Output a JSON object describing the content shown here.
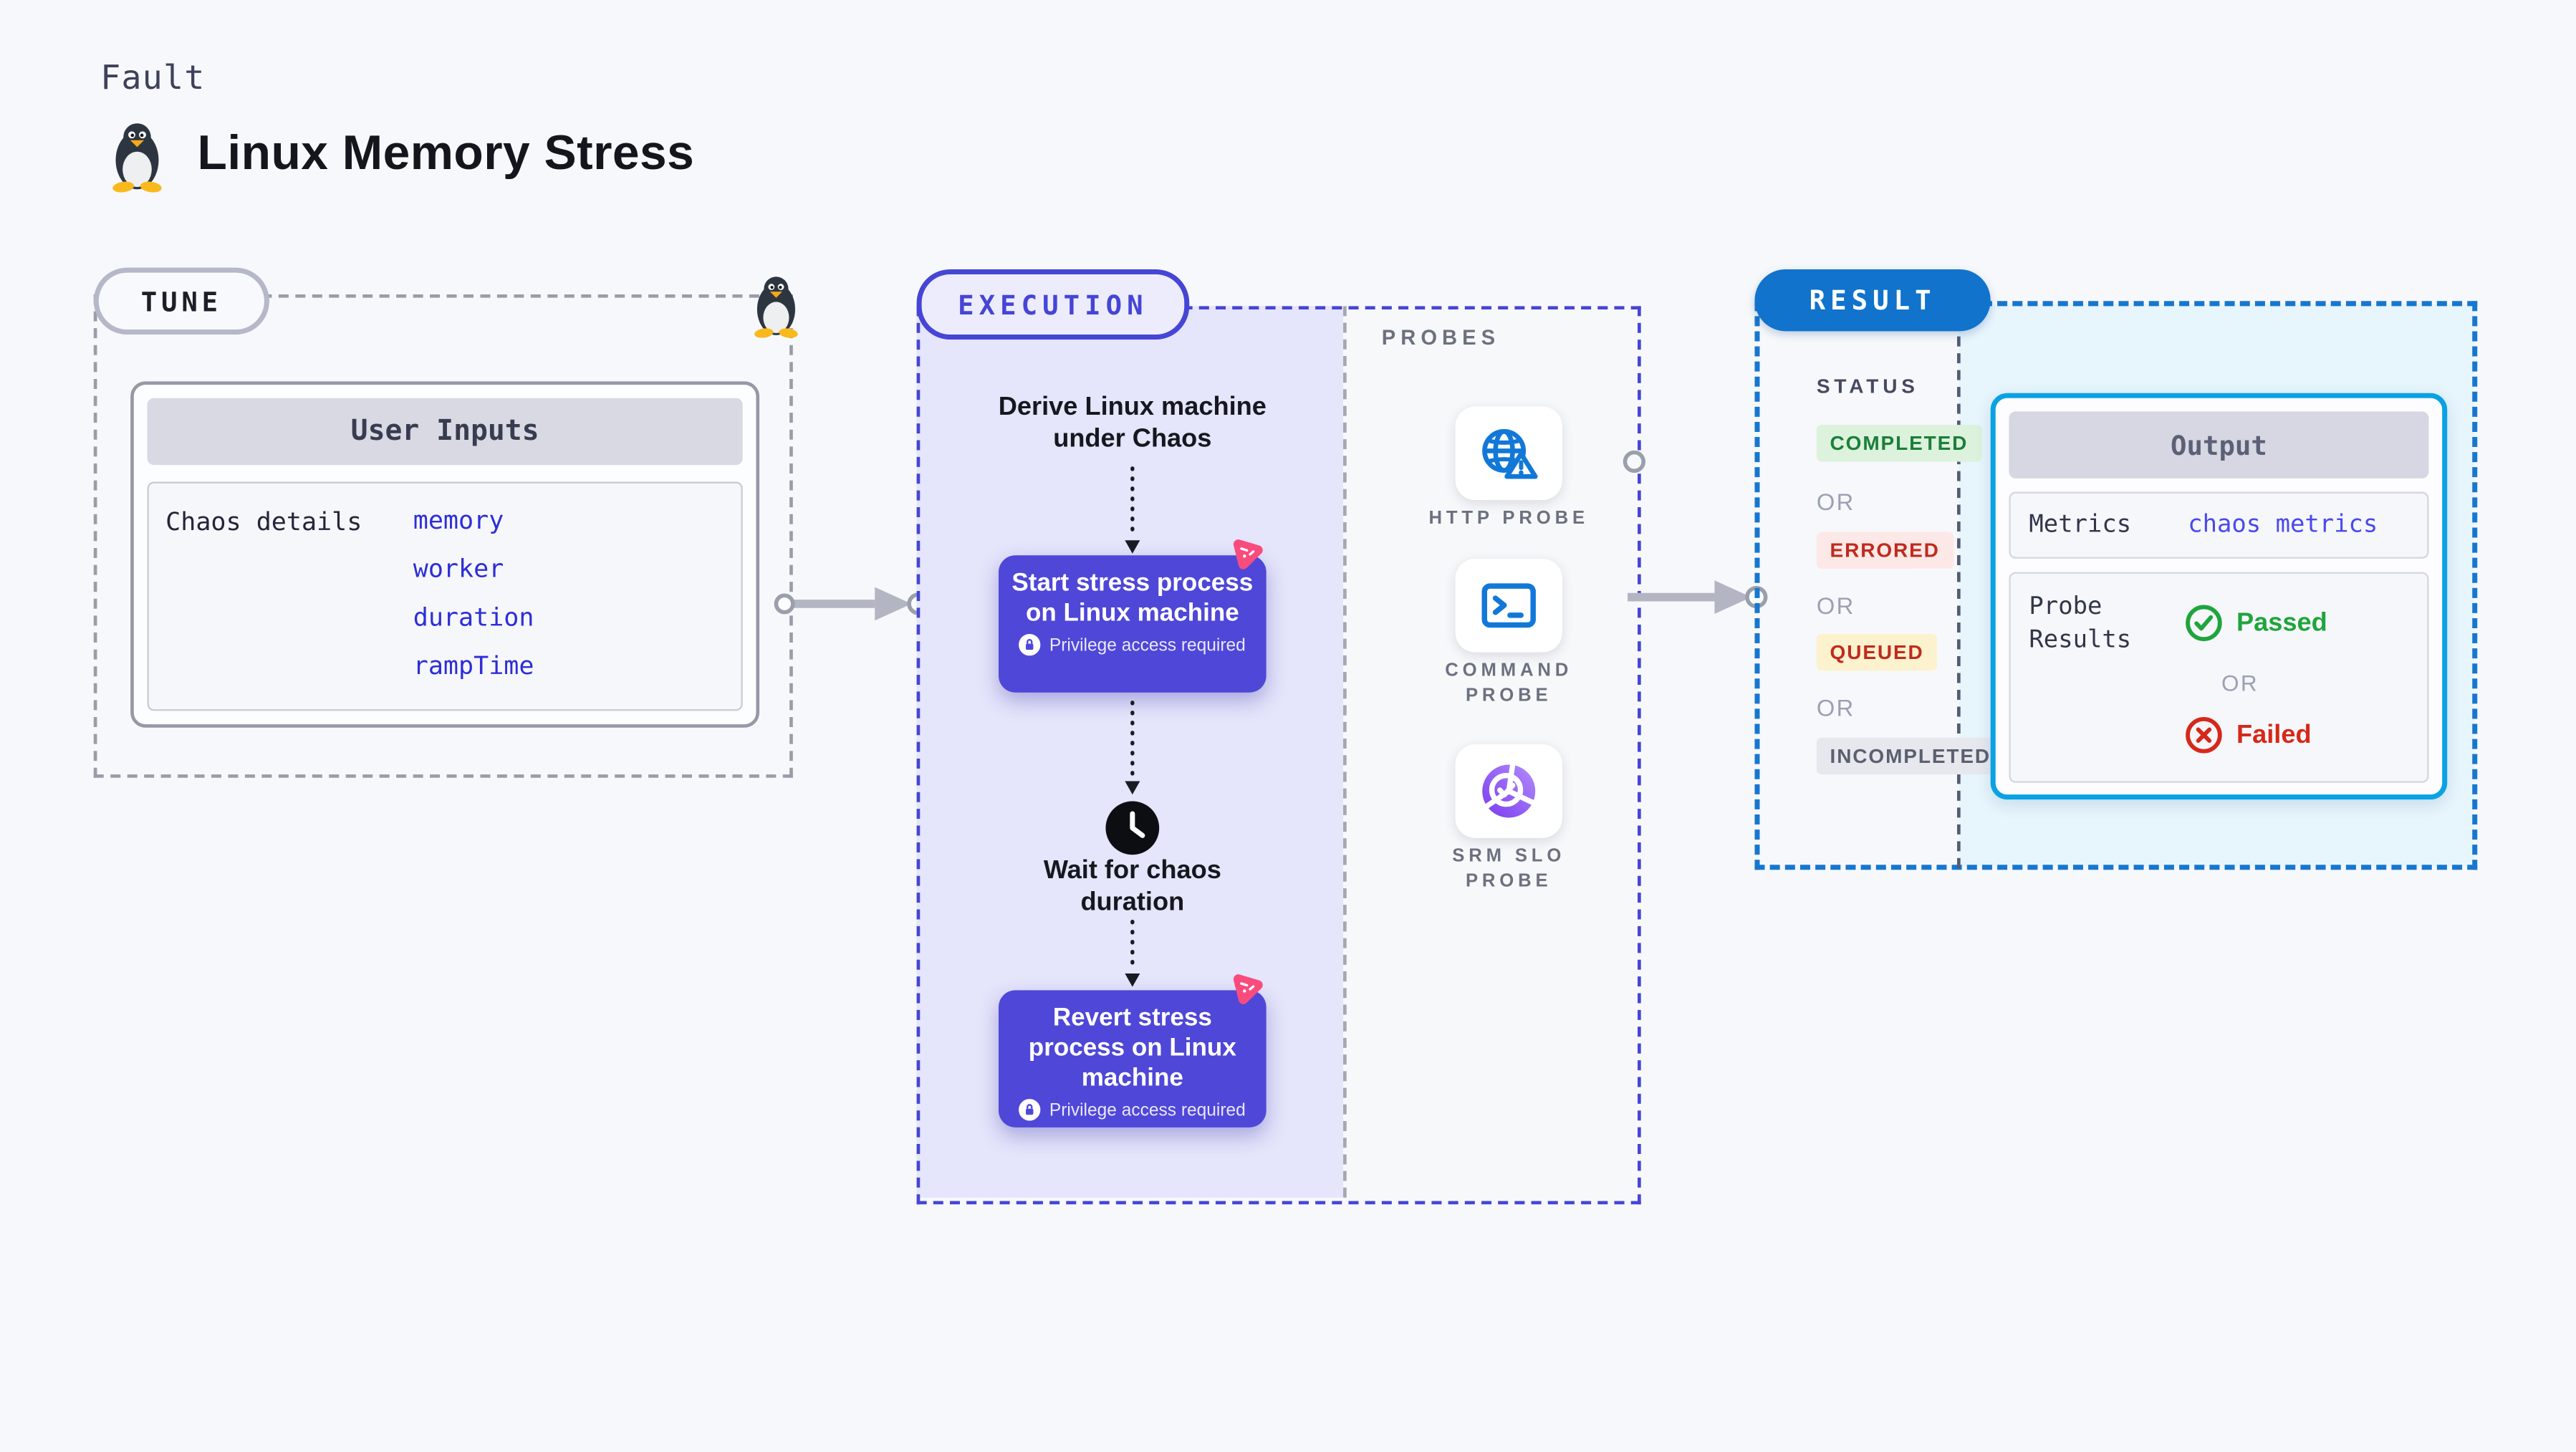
{
  "header": {
    "kicker": "Fault",
    "title": "Linux Memory Stress",
    "icon": "tux-penguin-icon"
  },
  "tune": {
    "pill_label": "TUNE",
    "card": {
      "header": "User Inputs",
      "row_label": "Chaos details",
      "inputs": [
        "memory",
        "worker",
        "duration",
        "rampTime"
      ]
    }
  },
  "execution": {
    "pill_label": "EXECUTION",
    "steps": {
      "derive_label": "Derive Linux machine under Chaos",
      "start_node": {
        "title": "Start stress process on Linux machine",
        "badge": "Privilege access required"
      },
      "wait_label": "Wait for chaos duration",
      "revert_node": {
        "title": "Revert stress process on Linux machine",
        "badge": "Privilege access required"
      }
    }
  },
  "probes": {
    "section_label": "PROBES",
    "items": [
      {
        "label": "HTTP PROBE",
        "icon": "globe-alert-icon"
      },
      {
        "label": "COMMAND PROBE",
        "icon": "terminal-icon"
      },
      {
        "label": "SRM SLO PROBE",
        "icon": "slo-donut-check-icon"
      }
    ]
  },
  "result": {
    "pill_label": "RESULT",
    "status_heading": "STATUS",
    "or_label": "OR",
    "statuses": [
      {
        "label": "COMPLETED",
        "text_color": "#1b7f3b",
        "bg_color": "#dcf2dc"
      },
      {
        "label": "ERRORED",
        "text_color": "#c02a1e",
        "bg_color": "#fce9e7"
      },
      {
        "label": "QUEUED",
        "text_color": "#c02a1e",
        "bg_color": "#fcf2cd"
      },
      {
        "label": "INCOMPLETED",
        "text_color": "#5b6070",
        "bg_color": "#e7e8ee"
      }
    ],
    "output": {
      "header": "Output",
      "metrics_label": "Metrics",
      "metrics_value": "chaos metrics",
      "probe_results_label": "Probe Results",
      "passed_label": "Passed",
      "or_label": "OR",
      "failed_label": "Failed"
    }
  },
  "colors": {
    "page_background": "#f7f8fb",
    "execution_accent": "#4545d6",
    "execution_fill": "#e5e5fb",
    "node_fill": "#4f47d8",
    "result_accent": "#1677d0",
    "result_fill": "#e7f5fc",
    "output_border": "#0aa2e2",
    "probe_icon_blue": "#1278d8",
    "slo_purple": "#8445f2",
    "chaos_logo_pink": "#f84c7d",
    "passed_green": "#1ea53c",
    "failed_red": "#d6281a",
    "input_value_blue": "#2d2dd9",
    "arrow_gray": "#b3b5c3"
  }
}
